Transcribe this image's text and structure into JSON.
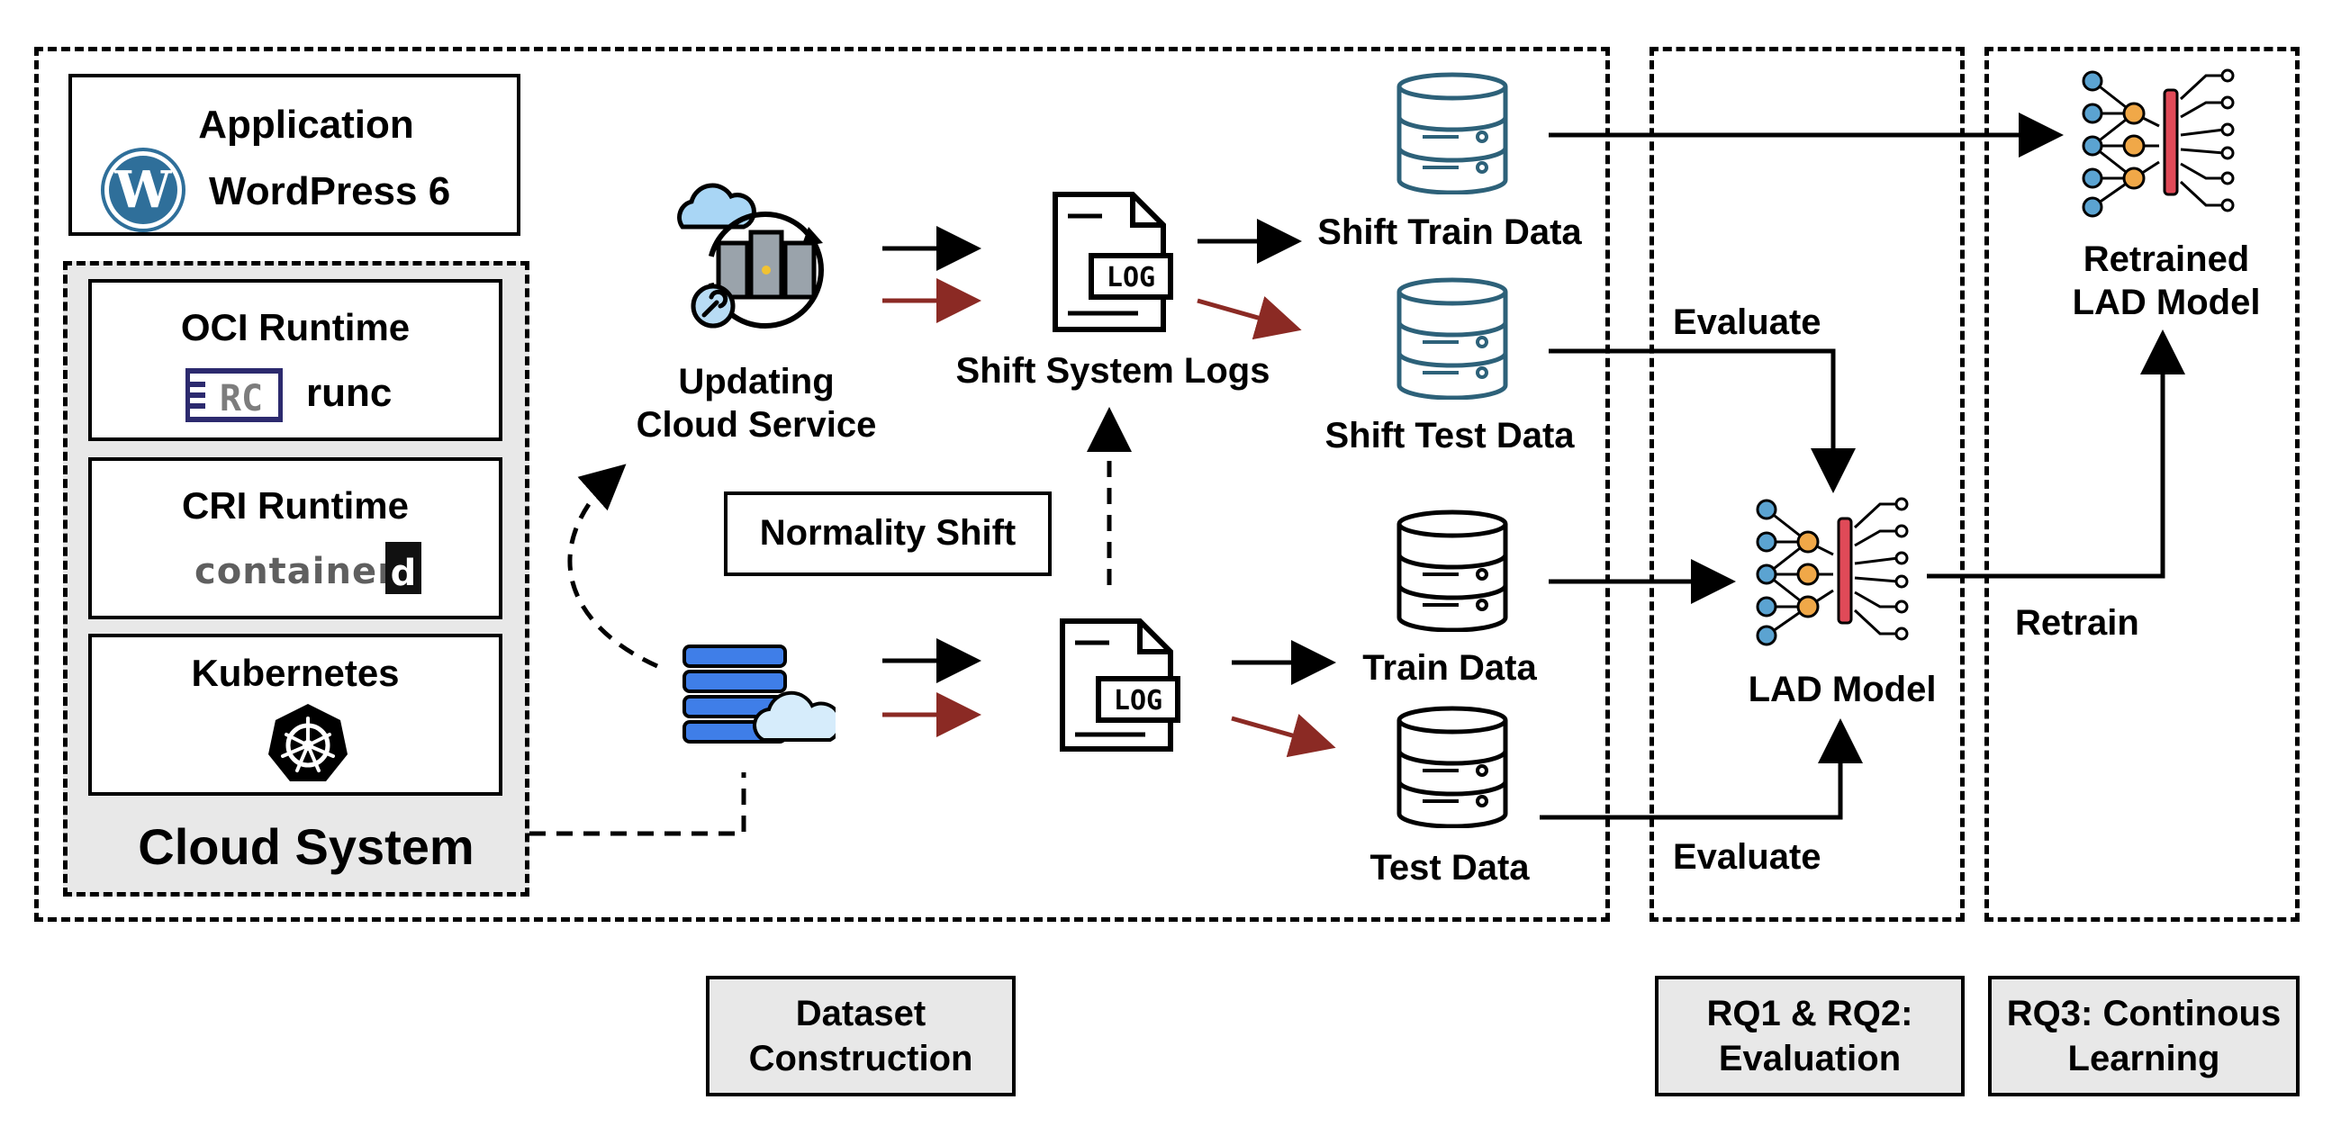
{
  "application": {
    "title": "Application",
    "name": "WordPress 6"
  },
  "cloud_system": {
    "title": "Cloud System",
    "oci": {
      "title": "OCI Runtime",
      "name": "runc",
      "logo_text": "RC"
    },
    "cri": {
      "title": "CRI Runtime",
      "logo_text": "container",
      "logo_suffix": "d"
    },
    "k8s": {
      "title": "Kubernetes"
    }
  },
  "updating_service": {
    "line1": "Updating",
    "line2": "Cloud Service"
  },
  "normality_shift": "Normality Shift",
  "shift_logs": "Shift System Logs",
  "log_icon_text": "LOG",
  "datasets": {
    "shift_train": "Shift Train Data",
    "shift_test": "Shift Test Data",
    "train": "Train Data",
    "test": "Test Data"
  },
  "lad_model": "LAD Model",
  "retrained": {
    "line1": "Retrained",
    "line2": "LAD Model"
  },
  "edges": {
    "evaluate_top": "Evaluate",
    "evaluate_bottom": "Evaluate",
    "retrain": "Retrain"
  },
  "phases": {
    "dataset": {
      "line1": "Dataset",
      "line2": "Construction"
    },
    "rq12": {
      "line1": "RQ1 & RQ2:",
      "line2": "Evaluation"
    },
    "rq3": {
      "line1": "RQ3: Continous",
      "line2": "Learning"
    }
  },
  "colors": {
    "ink": "#000000",
    "shift_arrow": "#8b2a24",
    "db_teal": "#2d6179",
    "node_blue": "#5ba3d1",
    "node_orange": "#f0a848",
    "node_red": "#e04a58",
    "server_blue": "#3f7ee8",
    "cloud_light": "#d6ecfb",
    "panel_gray": "#e8e8e8"
  },
  "icons": [
    "wordpress-icon",
    "runc-logo",
    "containerd-logo",
    "kubernetes-icon",
    "cloud-update-icon",
    "log-file-icon",
    "database-icon",
    "neural-network-icon",
    "server-cloud-icon"
  ]
}
